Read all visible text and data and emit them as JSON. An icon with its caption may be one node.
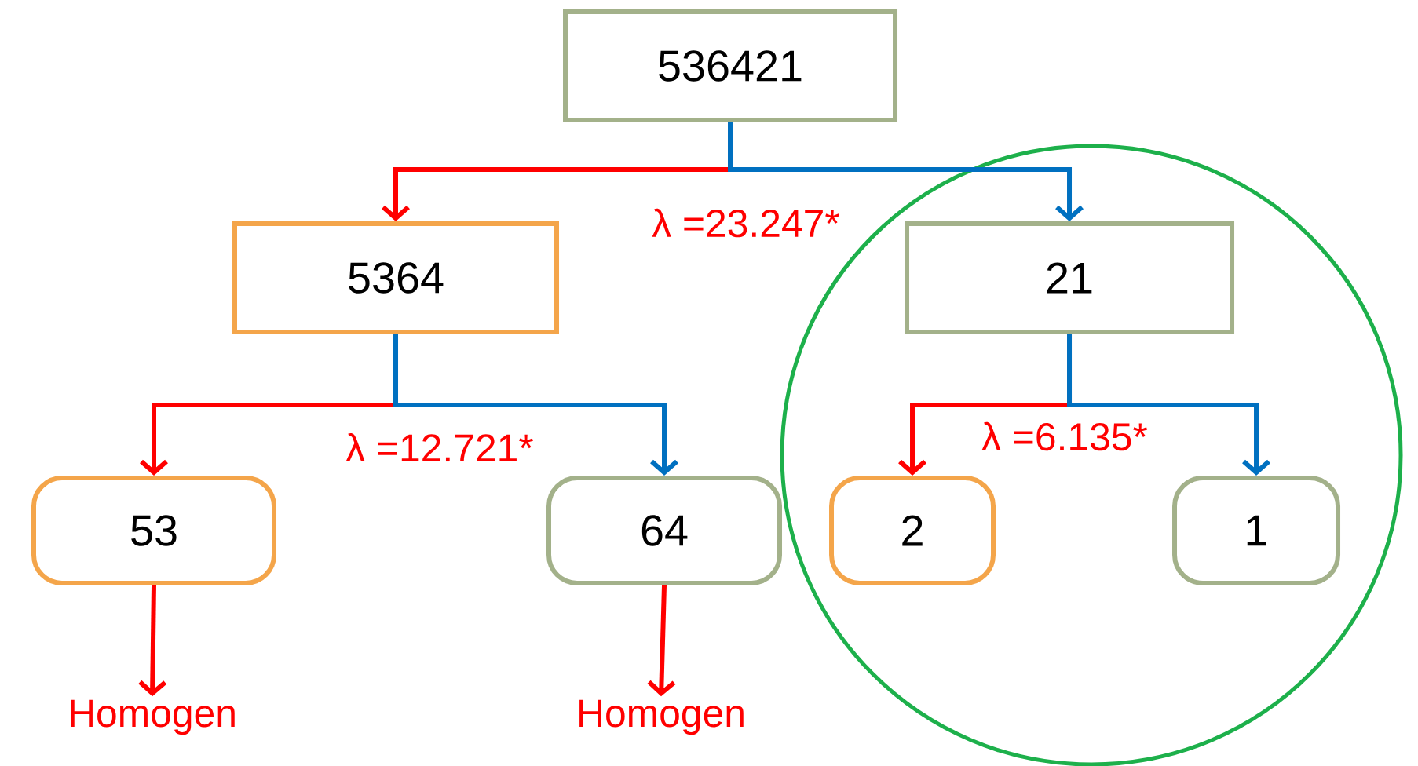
{
  "diagram": {
    "nodes": [
      {
        "text": [
          "536421"
        ]
      },
      {
        "text": [
          "5364"
        ]
      },
      {
        "text": [],
        "shape": "circle"
      },
      {
        "text": [
          "21"
        ],
        "in": 2
      },
      {
        "text": [
          "53"
        ]
      },
      {
        "text": [
          "64"
        ]
      },
      {
        "text": [
          "2"
        ],
        "in": 2
      },
      {
        "text": [
          "1"
        ],
        "in": 2
      },
      {
        "text": [
          "Homogen"
        ]
      },
      {
        "text": [
          "Homogen"
        ]
      }
    ],
    "edges": [
      {
        "from": 0,
        "to": 1,
        "arrow": "to"
      },
      {
        "from": 0,
        "to": 3,
        "arrow": "to",
        "color": "#0070c0"
      },
      {
        "from": 1,
        "to": 4,
        "arrow": "to"
      },
      {
        "from": 1,
        "to": 5,
        "arrow": "to",
        "color": "#0070c0"
      },
      {
        "from": 3,
        "to": 6,
        "arrow": "to"
      },
      {
        "from": 3,
        "to": 7,
        "arrow": "to",
        "color": "#0070c0"
      },
      {
        "from": 4,
        "to": 8,
        "arrow": "to"
      },
      {
        "from": 5,
        "to": 9,
        "arrow": "to"
      }
    ],
    "labels": [
      "λ =23.247*",
      "λ =12.721*",
      "λ =6.135*"
    ]
  }
}
